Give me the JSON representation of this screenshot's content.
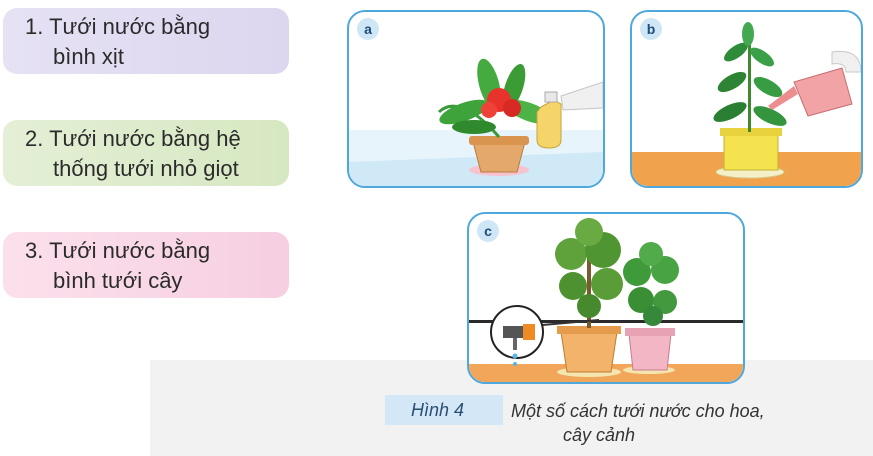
{
  "methods": [
    {
      "line1": "1. Tưới nước bằng",
      "line2": "bình xịt"
    },
    {
      "line1": "2. Tưới nước bằng hệ",
      "line2": "thống tưới nhỏ giọt"
    },
    {
      "line1": "3. Tưới nước bằng",
      "line2": "bình tưới cây"
    }
  ],
  "panels": {
    "a": "a",
    "b": "b",
    "c": "c"
  },
  "figure": {
    "label": "Hình 4",
    "caption_line1": "Một số cách tưới nước cho hoa,",
    "caption_line2": "cây cảnh"
  },
  "colors": {
    "panel_border": "#4fa8dd",
    "card1": "#dcd6ef",
    "card2": "#d6e8c1",
    "card3": "#f6cfe1"
  }
}
